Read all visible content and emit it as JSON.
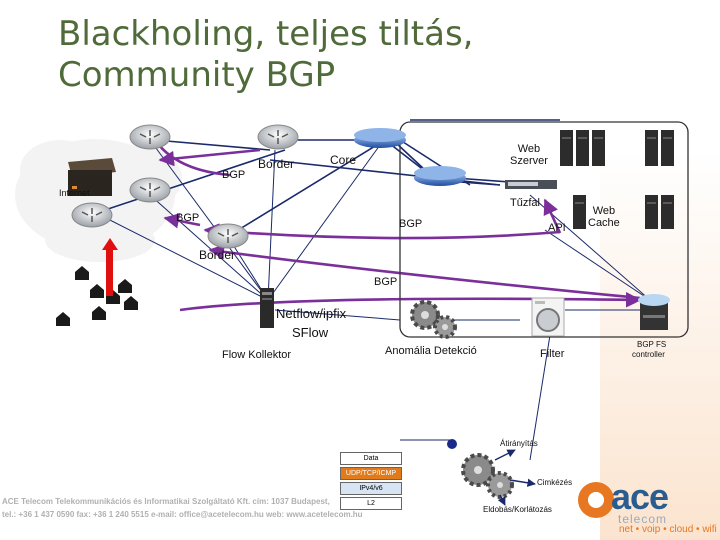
{
  "title": {
    "line1": "Blackholing, teljes tiltás,",
    "line2": "Community BGP"
  },
  "labels": {
    "internet": "Internet",
    "bgp_left": "BGP",
    "border_top": "Border",
    "core": "Core",
    "web_szerver": "Web\nSzerver",
    "bgp_mid_left": "BGP",
    "bgp_mid": "BGP",
    "tuzfal": "Tűzfal",
    "api": "API",
    "web_cache": "Web\nCache",
    "border_bottom": "Border",
    "bgp_bottom": "BGP",
    "netflow": "Netflow/ipfix",
    "sflow": "SFlow",
    "flow_kollektor": "Flow Kollektor",
    "anomalia": "Anomália Detekció",
    "filter": "Filter",
    "bgp_fs": "BGP FS",
    "controller": "controller",
    "atiranyitas": "Átirányítás",
    "cimkezes": "Cimkézés",
    "eldobas": "Eldobás/Korlátozás"
  },
  "stack": [
    "Data",
    "UDP/TCP/ICMP",
    "IPv4/v6",
    "L2"
  ],
  "footer": {
    "line1": "ACE Telecom Telekommunikációs és Informatikai Szolgáltató Kft. cím: 1037 Budapest,",
    "line2": "tel.: +36 1 437 0590 fax: +36 1 240 5515 e-mail: office@acetelecom.hu web: www.acetelecom.hu"
  },
  "logo": {
    "word": "ace",
    "sub": "telecom",
    "tag": "net • voip • cloud • wifi"
  },
  "colors": {
    "title": "#4f6b3a",
    "arrow": "#7a2f9a",
    "line": "#1a2a6a",
    "spike": "#e01010",
    "logo_blue": "#2a5d8f",
    "logo_orange": "#e87722"
  }
}
